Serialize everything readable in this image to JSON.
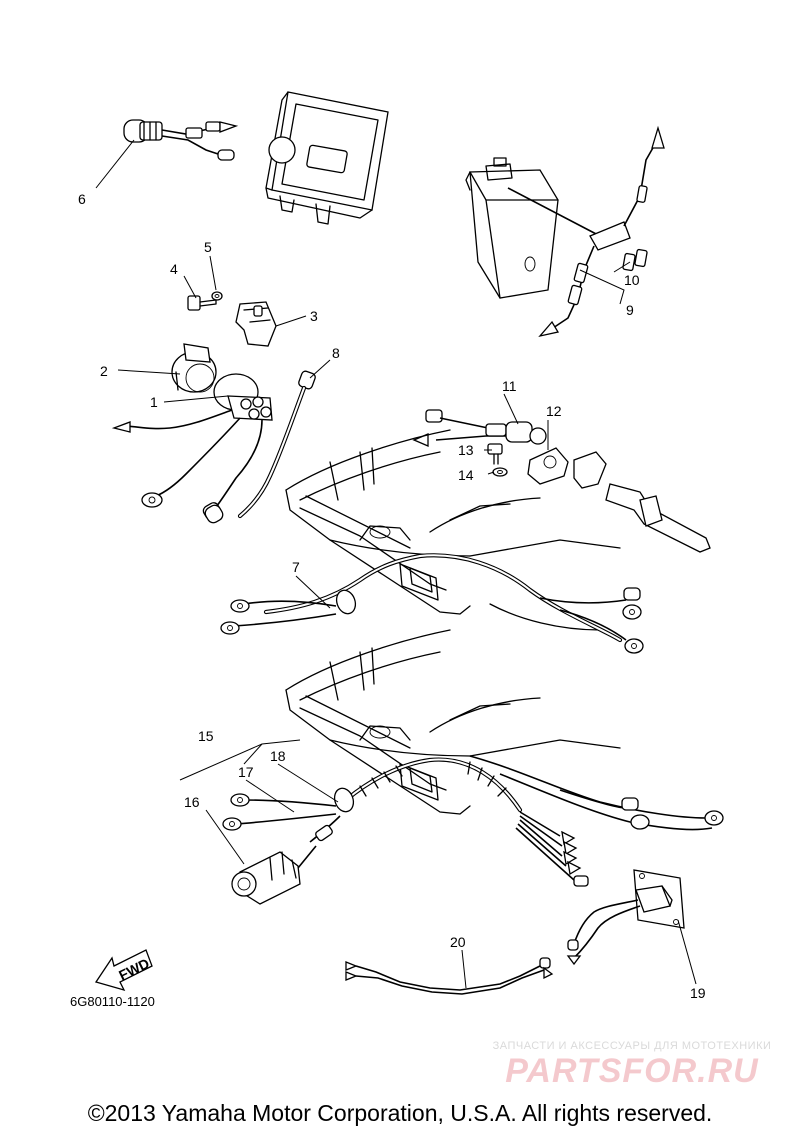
{
  "diagram": {
    "callouts": [
      "1",
      "2",
      "3",
      "4",
      "5",
      "6",
      "7",
      "8",
      "9",
      "10",
      "11",
      "12",
      "13",
      "14",
      "15",
      "16",
      "17",
      "18",
      "19",
      "20"
    ],
    "fwd_label": "FWD",
    "part_code": "6G80110-1120"
  },
  "watermark": {
    "tagline": "ЗАПЧАСТИ И АКСЕССУАРЫ ДЛЯ МОТОТЕХНИКИ",
    "brand": "PARTSFOR.RU"
  },
  "footer": {
    "copyright": "©2013 Yamaha Motor Corporation, U.S.A. All rights reserved."
  }
}
